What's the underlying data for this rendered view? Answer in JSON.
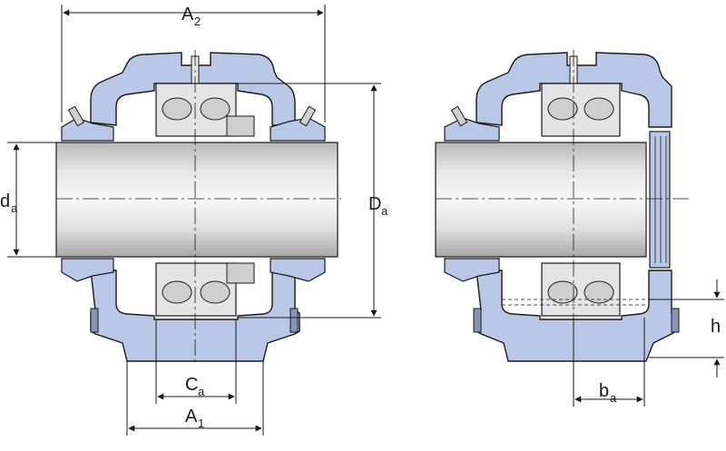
{
  "colors": {
    "housing": "#b9c8e6",
    "outline": "#1a1a1a",
    "shaft_light": "#f4f4f4",
    "shaft_mid": "#d6d6d6",
    "shaft_dark": "#a9a9a9",
    "bearing": "#dcdcdc"
  },
  "labels": {
    "a2": {
      "main": "A",
      "sub": "2"
    },
    "a1": {
      "main": "A",
      "sub": "1"
    },
    "ca": {
      "main": "C",
      "sub": "a"
    },
    "da_small": {
      "main": "d",
      "sub": "a"
    },
    "da_large": {
      "main": "D",
      "sub": "a"
    },
    "ba": {
      "main": "b",
      "sub": "a"
    },
    "h": {
      "main": "h"
    }
  },
  "icons": [
    "grease-nipple-icon",
    "seal-icon",
    "end-cover-icon"
  ]
}
